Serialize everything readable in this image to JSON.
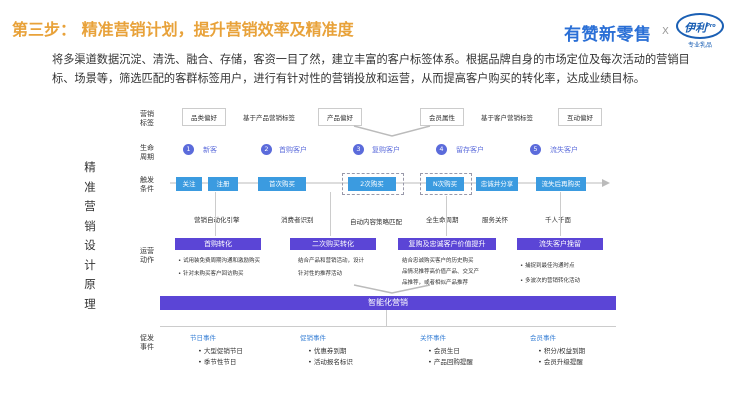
{
  "header": {
    "title": "第三步：  精准营销计划，提升营销效率及精准度",
    "logo_main": "有赞新零售",
    "logo_sep": "X",
    "logo_partner": "伊利",
    "logo_partner_sup": "Pro",
    "logo_partner_sub": "专业乳品"
  },
  "intro": "将多渠道数据沉淀、清洗、融合、存储，客资一目了然，建立丰富的客户标签体系。根据品牌自身的市场定位及每次活动的营销目标、场景等，筛选匹配的客群标签用户，进行有针对性的营销投放和运营，从而提高客户购买的转化率，达成业绩目标。",
  "vertical_title": [
    "精",
    "准",
    "营",
    "销",
    "设",
    "计",
    "原",
    "理"
  ],
  "row_labels": {
    "marketing_tags": [
      "营销",
      "标签"
    ],
    "lifecycle": [
      "生命",
      "周期"
    ],
    "trigger": [
      "触发",
      "条件"
    ],
    "ops_action": [
      "运营",
      "动作"
    ],
    "promo_events": [
      "促发",
      "事件"
    ]
  },
  "tags": [
    {
      "text": "品类偏好",
      "boxed": true
    },
    {
      "text": "基于产品营销标签",
      "boxed": false
    },
    {
      "text": "产品偏好",
      "boxed": true
    },
    {
      "text": "会员属性",
      "boxed": true
    },
    {
      "text": "基于客户营销标签",
      "boxed": false
    },
    {
      "text": "互动偏好",
      "boxed": true
    }
  ],
  "stages": [
    {
      "num": "1",
      "label": "新客"
    },
    {
      "num": "2",
      "label": "首购客户"
    },
    {
      "num": "3",
      "label": "复购客户"
    },
    {
      "num": "4",
      "label": "留存客户"
    },
    {
      "num": "5",
      "label": "流失客户"
    }
  ],
  "triggers": [
    "关注",
    "注册",
    "首次购买",
    "2次购买",
    "N次购买",
    "忠诚并分享",
    "流失后再购买"
  ],
  "mid_labels": [
    "营销自动化引擎",
    "消费者识别",
    "自动内容策略匹配",
    "全生命周期",
    "服务关怀",
    "千人千面"
  ],
  "ops": [
    {
      "title": "首购转化",
      "bullets": [
        "试用装免费周期沟通和激励购买",
        "针对未购买客户回访购买"
      ]
    },
    {
      "title": "二次购买转化",
      "bullets": [
        "结合产品和营销活动，设计",
        "针对性的推荐活动"
      ]
    },
    {
      "title": "复购及忠诚客户价值提升",
      "bullets": [
        "结合忠诚购买客户的历史购买",
        "品情况推荐高价值产品、交叉产",
        "品推荐，或者相似产品推荐"
      ]
    },
    {
      "title": "流失客户挽留",
      "bullets": [
        "捕捉到最佳沟通时点",
        "多波次的营销转化活动"
      ]
    }
  ],
  "big_bar": "智能化营销",
  "events": [
    {
      "title": "节日事件",
      "items": [
        "大型促销节日",
        "季节性节日"
      ]
    },
    {
      "title": "促销事件",
      "items": [
        "优惠券到期",
        "活动报名标识"
      ]
    },
    {
      "title": "关怀事件",
      "items": [
        "会员生日",
        "产品回购提醒"
      ]
    },
    {
      "title": "会员事件",
      "items": [
        "积分/权益到期",
        "会员升级提醒"
      ]
    }
  ],
  "colors": {
    "title_orange": "#e8a23a",
    "accent_blue": "#3b9be0",
    "accent_purple": "#5b45d6",
    "stage_purple": "#5b6bdb"
  }
}
